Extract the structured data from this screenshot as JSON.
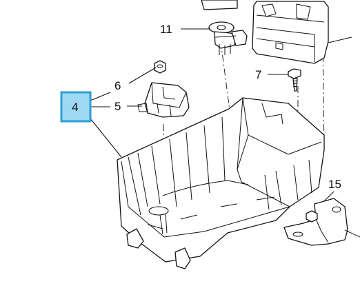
{
  "callouts": [
    {
      "id": "11",
      "text": "11"
    },
    {
      "id": "6",
      "text": "6"
    },
    {
      "id": "7",
      "text": "7"
    },
    {
      "id": "4",
      "text": "4",
      "highlighted": true
    },
    {
      "id": "5",
      "text": "5"
    },
    {
      "id": "15",
      "text": "15"
    }
  ],
  "colors": {
    "highlight_fill": "#9fd8f2",
    "highlight_border": "#2b9fd6",
    "line": "#111111",
    "background": "#ffffff"
  }
}
